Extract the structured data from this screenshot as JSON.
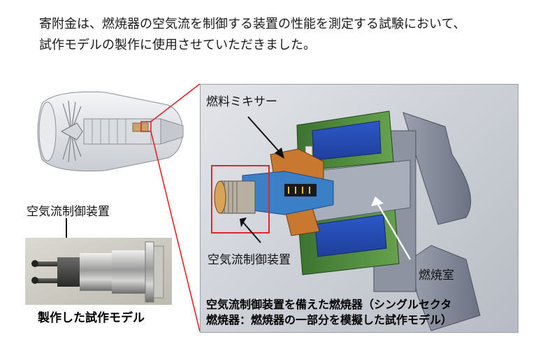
{
  "intro": {
    "line1": "寄附金は、燃焼器の空気流を制御する装置の性能を測定する試験において、",
    "line2": "試作モデルの製作に使用させていただきました。"
  },
  "left": {
    "device_label": "空気流制御装置",
    "photo_caption": "製作した試作モデル"
  },
  "panel": {
    "fuel_mixer_label": "燃料ミキサー",
    "device_label": "空気流制御装置",
    "chamber_label": "燃焼室",
    "caption_line1": "空気流制御装置を備えた燃焼器（シングルセクタ",
    "caption_line2": "燃焼器：燃焼器の一部分を模擬した試作モデル）"
  },
  "colors": {
    "highlight_box": "#e0262b",
    "combustor_green": "#4f8a3a",
    "liner_blue": "#2f5fd1",
    "mixer_copper": "#c8782f",
    "casing_grey": "#7e8392"
  }
}
